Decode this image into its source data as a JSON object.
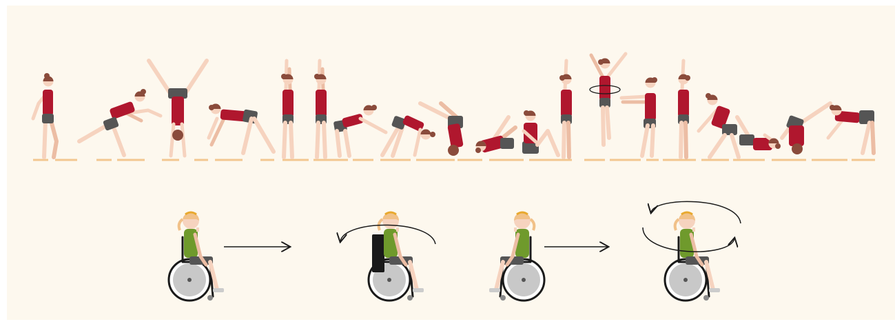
{
  "illustration": {
    "background": "#fdf8ee",
    "floor_color": "#f2c790",
    "skin": "#f6d3bf",
    "skin_shade": "#ecbda4",
    "hair": "#8a4b3b",
    "leotard": "#b0172e",
    "shorts": "#555555",
    "shirt_green": "#6f9a2c",
    "wheelchair_hair": "#f1c188",
    "headband": "#e8a92f",
    "wheel_gray": "#c8c8c8",
    "ink": "#1a1a1a",
    "poses": [
      "standing",
      "cartwheel",
      "handstand",
      "bridge",
      "stand-arms-up",
      "stand-arms-up",
      "crouch-reach",
      "bend",
      "roll",
      "roll",
      "sitting",
      "stand-arms-up",
      "jump-twist",
      "stand-arms-forward",
      "stand-arms-up",
      "squat",
      "tuck",
      "roll",
      "pike"
    ],
    "wheelchair_moves": [
      "roll-forward",
      "turn",
      "roll-forward",
      "spin"
    ]
  }
}
